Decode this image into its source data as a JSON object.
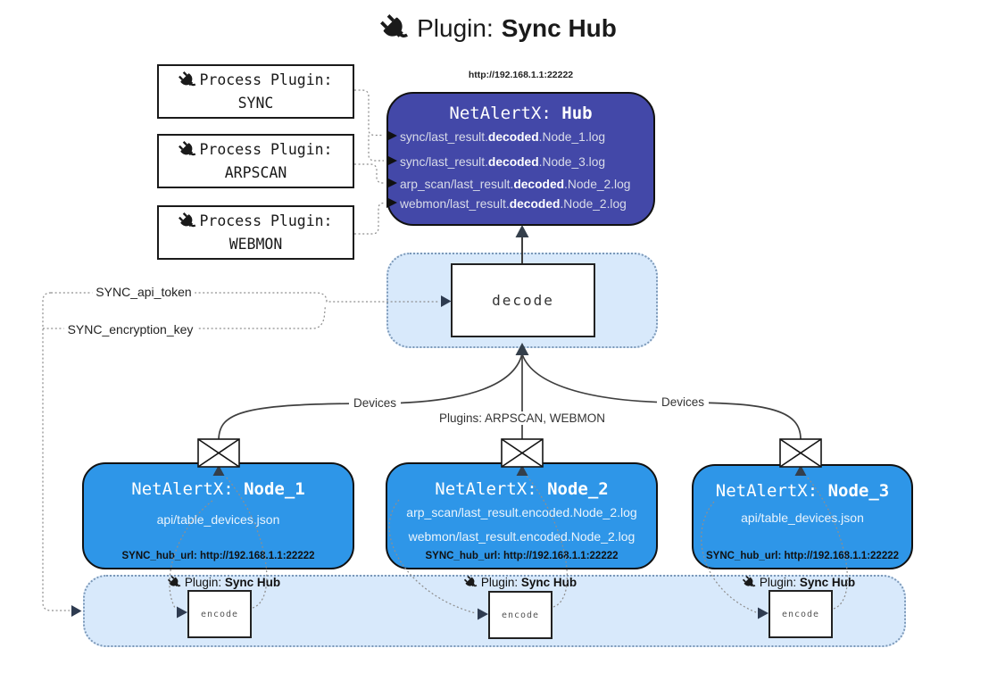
{
  "title": {
    "prefix": "Plugin: ",
    "bold": "Sync Hub"
  },
  "process_plugins": {
    "heading": "Process Plugin:",
    "items": [
      {
        "name": "SYNC"
      },
      {
        "name": "ARPSCAN"
      },
      {
        "name": "WEBMON"
      }
    ]
  },
  "hub": {
    "url": "http://192.168.1.1:22222",
    "title_prefix": "NetAlertX: ",
    "title_bold": "Hub",
    "logs": [
      {
        "pre": "sync/last_result.",
        "bold": "decoded",
        "post": ".Node_1.log"
      },
      {
        "pre": "sync/last_result.",
        "bold": "decoded",
        "post": ".Node_3.log"
      },
      {
        "pre": "arp_scan/last_result.",
        "bold": "decoded",
        "post": ".Node_2.log"
      },
      {
        "pre": "webmon/last_result.",
        "bold": "decoded",
        "post": ".Node_2.log"
      }
    ]
  },
  "decode_label": "decode",
  "encode_label": "encode",
  "env": {
    "api_token": "SYNC_api_token",
    "encryption_key": "SYNC_encryption_key"
  },
  "edges": {
    "devices_left": "Devices",
    "plugins_mid": "Plugins: ARPSCAN, WEBMON",
    "devices_right": "Devices"
  },
  "nodes": [
    {
      "title_prefix": "NetAlertX: ",
      "title_bold": "Node_1",
      "files": [
        "api/table_devices.json"
      ],
      "hub_url": "SYNC_hub_url: http://192.168.1.1:22222"
    },
    {
      "title_prefix": "NetAlertX: ",
      "title_bold": "Node_2",
      "files": [
        "arp_scan/last_result.encoded.Node_2.log",
        "webmon/last_result.encoded.Node_2.log"
      ],
      "hub_url": "SYNC_hub_url: http://192.168.1.1:22222"
    },
    {
      "title_prefix": "NetAlertX: ",
      "title_bold": "Node_3",
      "files": [
        "api/table_devices.json"
      ],
      "hub_url": "SYNC_hub_url: http://192.168.1.1:22222"
    }
  ],
  "band_label": {
    "prefix": "Plugin: ",
    "bold": "Sync Hub"
  },
  "colors": {
    "hub_fill": "#4348a8",
    "node_fill": "#2e96e8",
    "panel_fill": "#d8e9fb",
    "panel_border": "#7b98b8",
    "connector": "#3f3f3f",
    "dotted": "#8f8f8f",
    "arrow_dark": "#343f4b"
  }
}
